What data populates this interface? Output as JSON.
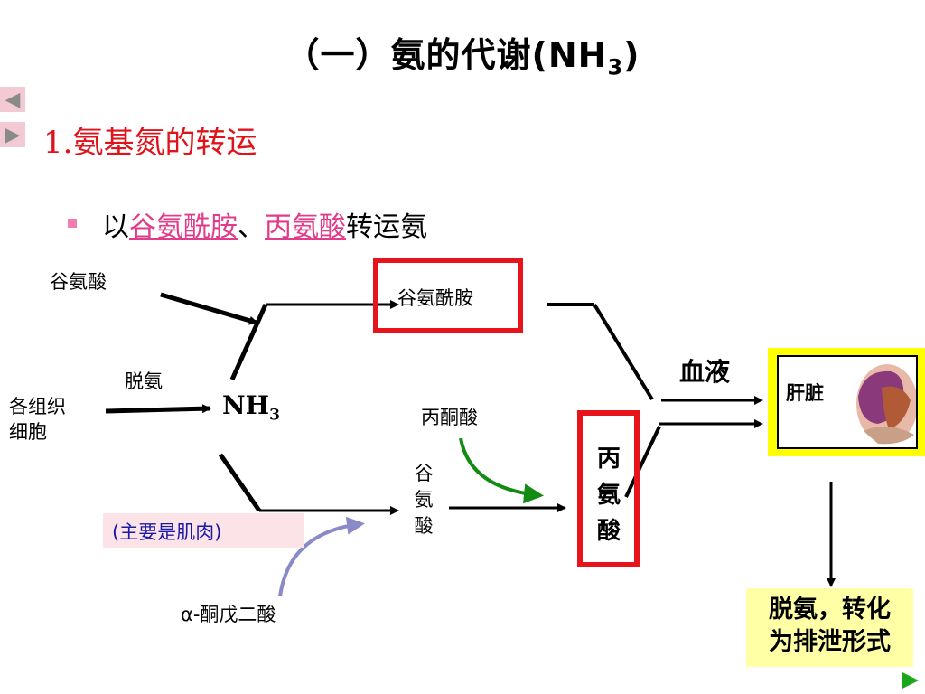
{
  "title": {
    "main": "（一）氨的代谢(NH",
    "sub": "3",
    "close": ")"
  },
  "nav": {
    "prev_glyph": "◀",
    "next_glyph": "▶"
  },
  "subtitle": "1.氨基氮的转运",
  "bullet": {
    "prefix": "以",
    "item1": "谷氨酰胺",
    "sep": "、",
    "item2": "丙氨酸",
    "suffix": "转运氨"
  },
  "diagram": {
    "glutamate_top": "谷氨酸",
    "glutamine": "谷氨酰胺",
    "deamination": "脱氨",
    "tissue_cells_line1": "各组织",
    "tissue_cells_line2": "细胞",
    "nh3_main": "NH",
    "nh3_sub": "3",
    "pyruvate": "丙酮酸",
    "glutamate_vertical": [
      "谷",
      "氨",
      "酸"
    ],
    "alanine_vertical": [
      "丙",
      "氨",
      "酸"
    ],
    "muscle_note": "(主要是肌肉)",
    "alpha_kg": "α-酮戊二酸",
    "blood": "血液",
    "liver": "肝脏",
    "result_line1": "脱氨，转化",
    "result_line2": "为排泄形式"
  },
  "colors": {
    "red": "#e8141b",
    "pink": "#e03c8a",
    "green_arrow": "#138a13",
    "purple_arrow": "#8a8ac8",
    "yellow": "#ffff00"
  }
}
